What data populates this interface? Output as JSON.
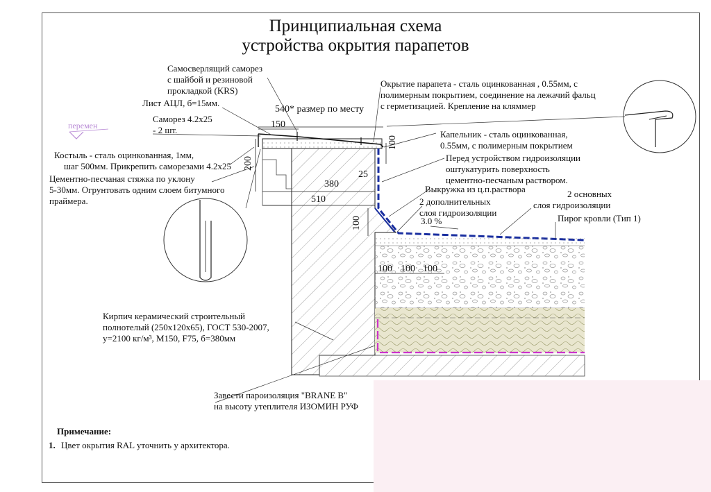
{
  "title": {
    "line1": "Принципиальная схема",
    "line2": "устройства окрытия парапетов"
  },
  "labels": {
    "screw_self": [
      "Самосверлящий саморез",
      "с шайбой и резиновой",
      "прокладкой (KRS)"
    ],
    "sheet": "Лист АЦЛ, б=15мм.",
    "screw": [
      "Саморез 4.2х25",
      "- 2 шт."
    ],
    "crutch": [
      "Костыль - сталь оцинкованная, 1мм,",
      "шаг 500мм. Прикрепить саморезами 4.2х25"
    ],
    "screed": [
      "Цементно-песчаная стяжка по уклону",
      "5-30мм. Огрунтовать одним слоем битумного",
      "праймера."
    ],
    "cover": [
      "Окрытие парапета - сталь оцинкованная , 0.55мм, с",
      "полимерным покрытием, соединение на лежачий фальц",
      "с герметизацией. Крепление на кляммер"
    ],
    "drip": [
      "Капельник - сталь оцинкованная,",
      "0.55мм, с полимерным покрытием"
    ],
    "plaster": [
      "Перед устройством гидроизоляции",
      "оштукатурить поверхность",
      "цементно-песчаным раствором."
    ],
    "fillet": "Выкружка из ц.п.раствора",
    "two_add": [
      "2 дополнительных",
      "слоя гидроизоляции"
    ],
    "slope": "3.0 %",
    "two_main": [
      "2 основных",
      "слоя гидроизоляции"
    ],
    "roof_pie": "Пирог кровли (Тип 1)",
    "brick": [
      "Кирпич керамический строительный",
      "полнотелый (250х120х65), ГОСТ 530-2007,",
      "у=2100 кг/м³, М150, F75, б=380мм"
    ],
    "vapor": [
      "Завести пароизоляция \"BRANE B\"",
      "на высоту утеплителя ИЗОМИН РУФ"
    ],
    "handwritten": "перемен"
  },
  "dimensions": {
    "d540": "540* размер по месту",
    "d150": "150",
    "d100_top": "100",
    "d200": "200",
    "d25": "25",
    "d380": "380",
    "d510": "510",
    "d100_left": "100",
    "d100_a": "100",
    "d100_b": "100",
    "d100_c": "100"
  },
  "note": {
    "heading": "Примечание:",
    "num": "1.",
    "text": "Цвет окрытия  RAL уточнить у архитектора."
  },
  "colors": {
    "line": "#222222",
    "membrane": "#1a2fa0",
    "vapor": "#cc33cc",
    "insulation": "#e9e6cf",
    "hatch": "#8a8a8a"
  }
}
